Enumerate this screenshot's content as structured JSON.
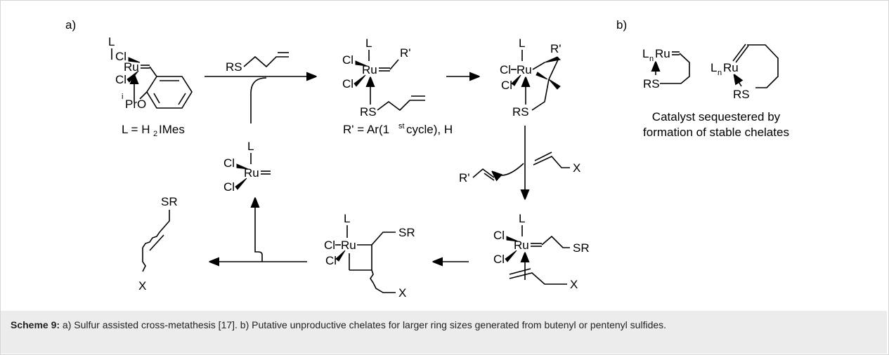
{
  "panels": {
    "a": "a)",
    "b": "b)"
  },
  "atoms": {
    "cl": "Cl",
    "ru": "Ru",
    "l": "L",
    "rs": "RS",
    "sr": "SR",
    "x": "X",
    "r_prime": "R'",
    "ipr": "PrO",
    "ipr_sup": "i",
    "lnru_l": "L",
    "lnru_n": "n",
    "lnru_ru": "Ru"
  },
  "labels": {
    "ligand_def_prefix": "L = H",
    "ligand_def_sub": "2",
    "ligand_def_suffix": "IMes",
    "rprime_def_prefix": "R' = Ar(1",
    "rprime_def_sup": "st",
    "rprime_def_suffix": " cycle), H",
    "chelate_note_line1": "Catalyst sequestered by",
    "chelate_note_line2": "formation of stable chelates"
  },
  "caption": {
    "label": "Scheme 9:",
    "text": " a) Sulfur assisted cross-metathesis [17]. b) Putative unproductive chelates for larger ring sizes generated from butenyl or pentenyl sulfides."
  }
}
